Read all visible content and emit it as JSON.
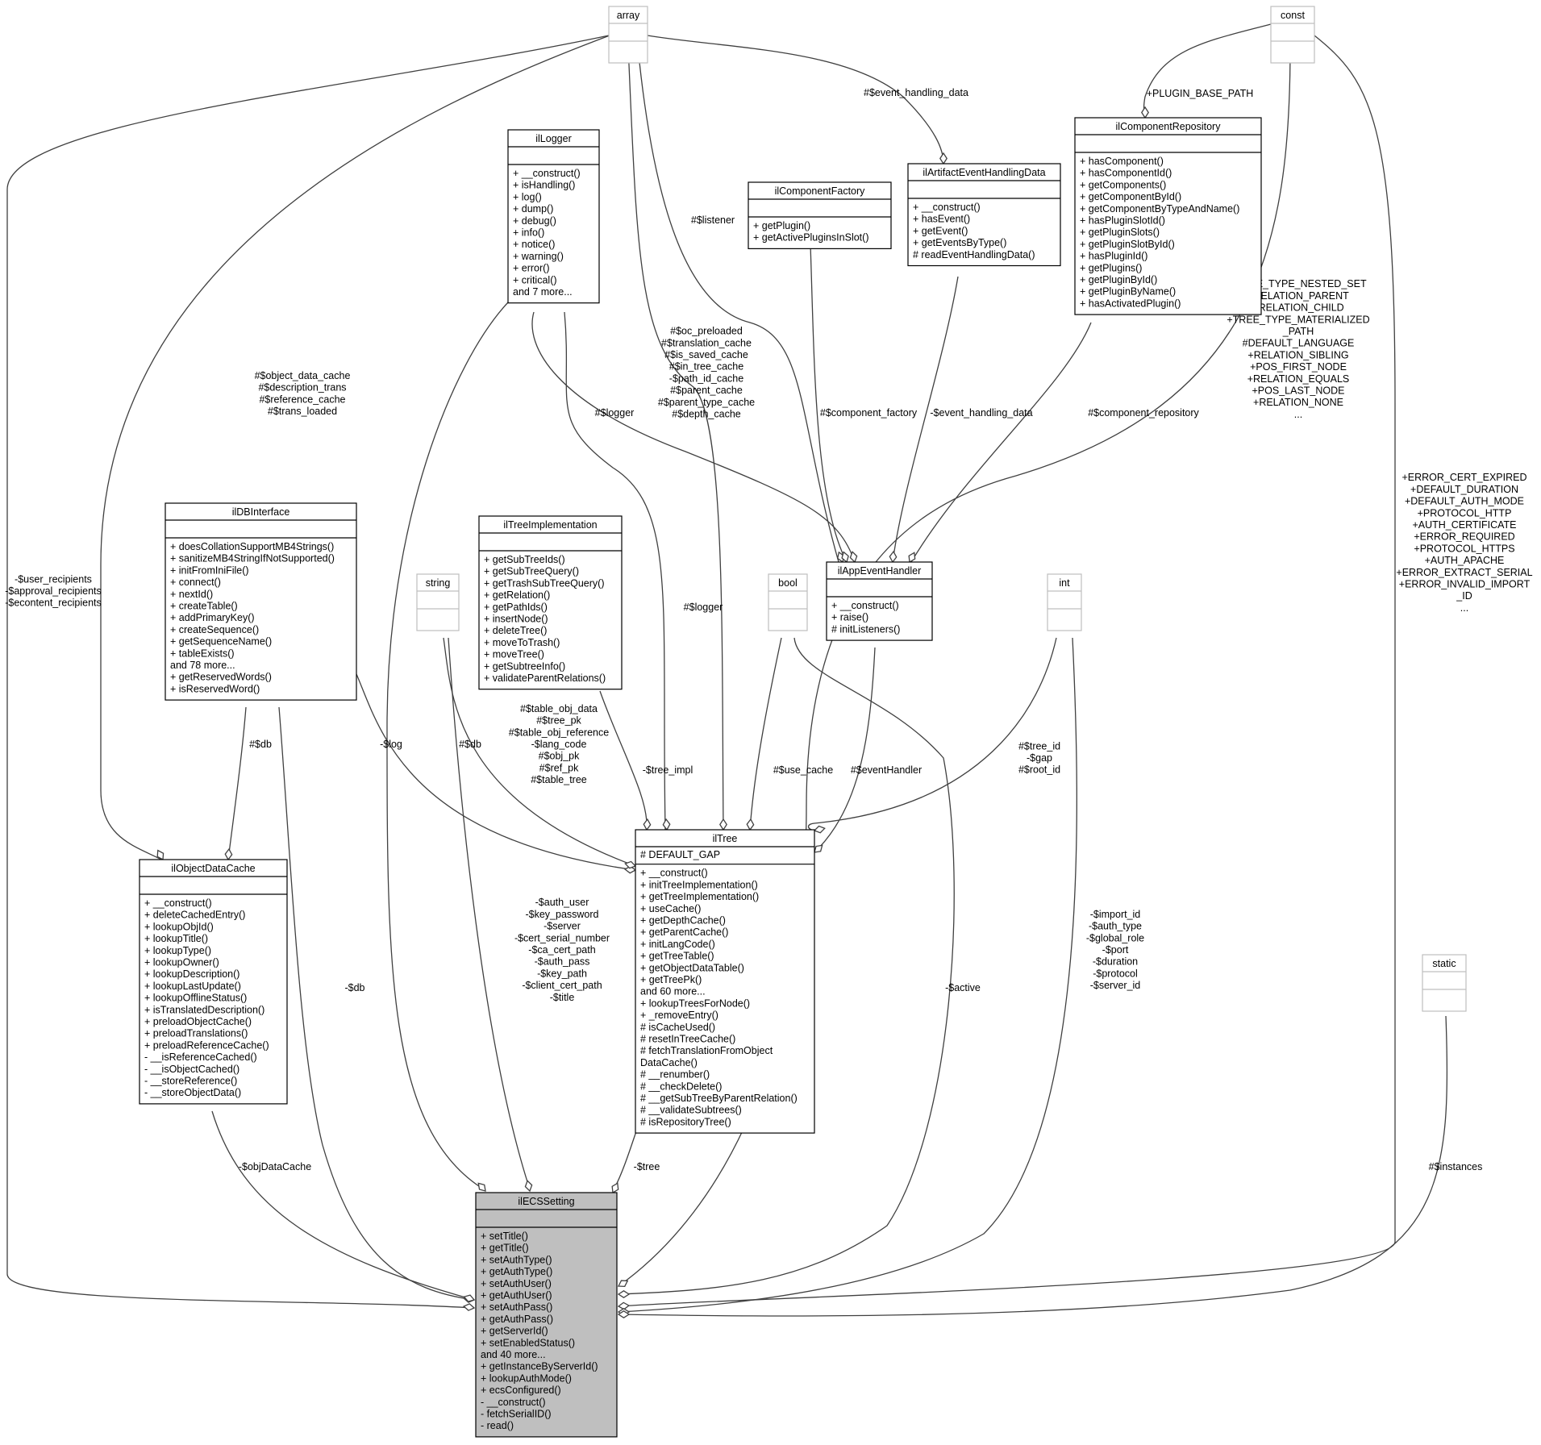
{
  "classes": [
    {
      "id": "array",
      "title": "array",
      "style": "grey",
      "attributes": [],
      "methods": []
    },
    {
      "id": "const",
      "title": "const",
      "style": "grey",
      "attributes": [],
      "methods": []
    },
    {
      "id": "string",
      "title": "string",
      "style": "grey",
      "attributes": [],
      "methods": []
    },
    {
      "id": "bool",
      "title": "bool",
      "style": "grey",
      "attributes": [],
      "methods": []
    },
    {
      "id": "int",
      "title": "int",
      "style": "grey",
      "attributes": [],
      "methods": []
    },
    {
      "id": "static",
      "title": "static",
      "style": "grey",
      "attributes": [],
      "methods": []
    },
    {
      "id": "ilLogger",
      "title": "ilLogger",
      "style": "normal",
      "attributes": [],
      "methods": [
        "+ __construct()",
        "+ isHandling()",
        "+ log()",
        "+ dump()",
        "+ debug()",
        "+ info()",
        "+ notice()",
        "+ warning()",
        "+ error()",
        "+ critical()",
        "and 7 more..."
      ]
    },
    {
      "id": "ilComponentFactory",
      "title": "ilComponentFactory",
      "style": "normal",
      "attributes": [],
      "methods": [
        "+ getPlugin()",
        "+ getActivePluginsInSlot()"
      ]
    },
    {
      "id": "ilArtifactEventHandlingData",
      "title": "ilArtifactEventHandlingData",
      "style": "normal",
      "attributes": [],
      "methods": [
        "+ __construct()",
        "+ hasEvent()",
        "+ getEvent()",
        "+ getEventsByType()",
        "# readEventHandlingData()"
      ]
    },
    {
      "id": "ilComponentRepository",
      "title": "ilComponentRepository",
      "style": "normal",
      "attributes": [],
      "methods": [
        "+ hasComponent()",
        "+ hasComponentId()",
        "+ getComponents()",
        "+ getComponentById()",
        "+ getComponentByTypeAndName()",
        "+ hasPluginSlotId()",
        "+ getPluginSlots()",
        "+ getPluginSlotById()",
        "+ hasPluginId()",
        "+ getPlugins()",
        "+ getPluginById()",
        "+ getPluginByName()",
        "+ hasActivatedPlugin()"
      ]
    },
    {
      "id": "ilDBInterface",
      "title": "ilDBInterface",
      "style": "normal",
      "attributes": [],
      "methods": [
        "+ doesCollationSupportMB4Strings()",
        "+ sanitizeMB4StringIfNotSupported()",
        "+ initFromIniFile()",
        "+ connect()",
        "+ nextId()",
        "+ createTable()",
        "+ addPrimaryKey()",
        "+ createSequence()",
        "+ getSequenceName()",
        "+ tableExists()",
        "and 78 more...",
        "+ getReservedWords()",
        "+ isReservedWord()"
      ]
    },
    {
      "id": "ilTreeImplementation",
      "title": "ilTreeImplementation",
      "style": "normal",
      "attributes": [],
      "methods": [
        "+ getSubTreeIds()",
        "+ getSubTreeQuery()",
        "+ getTrashSubTreeQuery()",
        "+ getRelation()",
        "+ getPathIds()",
        "+ insertNode()",
        "+ deleteTree()",
        "+ moveToTrash()",
        "+ moveTree()",
        "+ getSubtreeInfo()",
        "+ validateParentRelations()"
      ]
    },
    {
      "id": "ilAppEventHandler",
      "title": "ilAppEventHandler",
      "style": "normal",
      "attributes": [],
      "methods": [
        "+ __construct()",
        "+ raise()",
        "# initListeners()"
      ]
    },
    {
      "id": "ilObjectDataCache",
      "title": "ilObjectDataCache",
      "style": "normal",
      "attributes": [],
      "methods": [
        "+ __construct()",
        "+ deleteCachedEntry()",
        "+ lookupObjId()",
        "+ lookupTitle()",
        "+ lookupType()",
        "+ lookupOwner()",
        "+ lookupDescription()",
        "+ lookupLastUpdate()",
        "+ lookupOfflineStatus()",
        "+ isTranslatedDescription()",
        "+ preloadObjectCache()",
        "+ preloadTranslations()",
        "+ preloadReferenceCache()",
        "- __isReferenceCached()",
        "- __isObjectCached()",
        "- __storeReference()",
        "- __storeObjectData()"
      ]
    },
    {
      "id": "ilTree",
      "title": "ilTree",
      "style": "normal",
      "attributes": [
        "# DEFAULT_GAP"
      ],
      "methods": [
        "+ __construct()",
        "+ initTreeImplementation()",
        "+ getTreeImplementation()",
        "+ useCache()",
        "+ getDepthCache()",
        "+ getParentCache()",
        "+ initLangCode()",
        "+ getTreeTable()",
        "+ getObjectDataTable()",
        "+ getTreePk()",
        "and 60 more...",
        "+ lookupTreesForNode()",
        "+ _removeEntry()",
        "# isCacheUsed()",
        "# resetInTreeCache()",
        "# fetchTranslationFromObject",
        "DataCache()",
        "# __renumber()",
        "# __checkDelete()",
        "# __getSubTreeByParentRelation()",
        "# __validateSubtrees()",
        "# isRepositoryTree()"
      ]
    },
    {
      "id": "ilECSSetting",
      "title": "ilECSSetting",
      "style": "focus",
      "attributes": [],
      "methods": [
        "+ setTitle()",
        "+ getTitle()",
        "+ setAuthType()",
        "+ getAuthType()",
        "+ setAuthUser()",
        "+ getAuthUser()",
        "+ setAuthPass()",
        "+ getAuthPass()",
        "+ getServerId()",
        "+ setEnabledStatus()",
        "and 40 more...",
        "+ getInstanceByServerId()",
        "+ lookupAuthMode()",
        "+ ecsConfigured()",
        "- __construct()",
        "- fetchSerialID()",
        "- read()"
      ]
    }
  ],
  "edges": [
    {
      "id": "e1",
      "label": [
        "-$user_recipients",
        "-$approval_recipients",
        "-$econtent_recipients"
      ]
    },
    {
      "id": "e2",
      "label": [
        "#$object_data_cache",
        "#$description_trans",
        "#$reference_cache",
        "#$trans_loaded"
      ]
    },
    {
      "id": "e3",
      "label": [
        "#$event_handling_data"
      ]
    },
    {
      "id": "e4",
      "label": [
        "#$listener"
      ]
    },
    {
      "id": "e5",
      "label": [
        "#$oc_preloaded",
        "#$translation_cache",
        "#$is_saved_cache",
        "#$in_tree_cache",
        "-$path_id_cache",
        "#$parent_cache",
        "#$parent_type_cache",
        "#$depth_cache"
      ]
    },
    {
      "id": "e6",
      "label": [
        "+PLUGIN_BASE_PATH"
      ]
    },
    {
      "id": "e7",
      "label": [
        "+TREE_TYPE_NESTED_SET",
        "+RELATION_PARENT",
        "+RELATION_CHILD",
        "+TREE_TYPE_MATERIALIZED",
        "_PATH",
        "#DEFAULT_LANGUAGE",
        "+RELATION_SIBLING",
        "+POS_FIRST_NODE",
        "+RELATION_EQUALS",
        "+POS_LAST_NODE",
        "+RELATION_NONE",
        "..."
      ]
    },
    {
      "id": "e8",
      "label": [
        "+ERROR_CERT_EXPIRED",
        "+DEFAULT_DURATION",
        "+DEFAULT_AUTH_MODE",
        "+PROTOCOL_HTTP",
        "+AUTH_CERTIFICATE",
        "+ERROR_REQUIRED",
        "+PROTOCOL_HTTPS",
        "+AUTH_APACHE",
        "+ERROR_EXTRACT_SERIAL",
        "+ERROR_INVALID_IMPORT",
        "_ID",
        "..."
      ]
    },
    {
      "id": "e9",
      "label": [
        "#$logger"
      ]
    },
    {
      "id": "e10",
      "label": [
        "#$logger"
      ]
    },
    {
      "id": "e11",
      "label": [
        "#$component_factory"
      ]
    },
    {
      "id": "e12",
      "label": [
        "-$event_handling_data"
      ]
    },
    {
      "id": "e13",
      "label": [
        "#$component_repository"
      ]
    },
    {
      "id": "e14",
      "label": [
        "#$db"
      ]
    },
    {
      "id": "e15",
      "label": [
        "-$log"
      ]
    },
    {
      "id": "e16",
      "label": [
        "#$db"
      ]
    },
    {
      "id": "e17",
      "label": [
        "#$table_obj_data",
        "#$tree_pk",
        "#$table_obj_reference",
        "-$lang_code",
        "#$obj_pk",
        "#$ref_pk",
        "#$table_tree"
      ]
    },
    {
      "id": "e18",
      "label": [
        "-$tree_impl"
      ]
    },
    {
      "id": "e19",
      "label": [
        "#$use_cache"
      ]
    },
    {
      "id": "e20",
      "label": [
        "#$eventHandler"
      ]
    },
    {
      "id": "e21",
      "label": [
        "#$tree_id",
        "-$gap",
        "#$root_id"
      ]
    },
    {
      "id": "e22",
      "label": [
        "-$db"
      ]
    },
    {
      "id": "e23",
      "label": [
        "-$auth_user",
        "-$key_password",
        "-$server",
        "-$cert_serial_number",
        "-$ca_cert_path",
        "-$auth_pass",
        "-$key_path",
        "-$client_cert_path",
        "-$title"
      ]
    },
    {
      "id": "e24",
      "label": [
        "-$active"
      ]
    },
    {
      "id": "e25",
      "label": [
        "-$import_id",
        "-$auth_type",
        "-$global_role",
        "-$port",
        "-$duration",
        "-$protocol",
        "-$server_id"
      ]
    },
    {
      "id": "e26",
      "label": [
        "-$objDataCache"
      ]
    },
    {
      "id": "e27",
      "label": [
        "-$tree"
      ]
    },
    {
      "id": "e28",
      "label": [
        "#$instances"
      ]
    }
  ]
}
